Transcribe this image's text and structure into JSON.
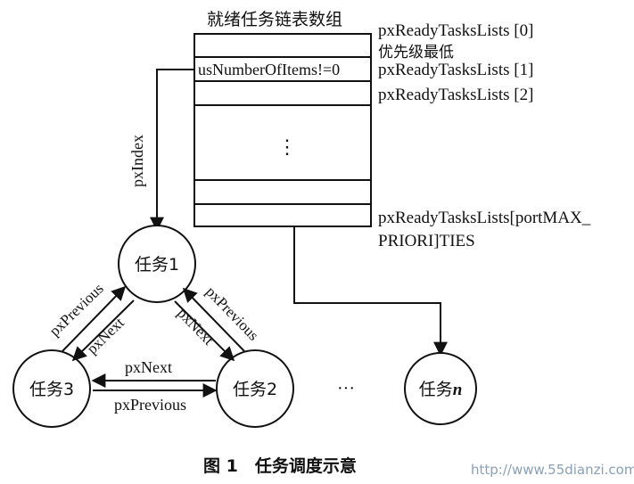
{
  "diagram": {
    "table_title": "就绪任务链表数组",
    "row0_label": "pxReadyTasksLists [0]",
    "priority_note": "优先级最低",
    "row1_label": "pxReadyTasksLists [1]",
    "row1_content": "usNumberOfItems!=0",
    "row2_label": "pxReadyTasksLists [2]",
    "ellipsis": "⋮",
    "last_label_line1": "pxReadyTasksLists[portMAX_",
    "last_label_line2": "PRIORI]TIES",
    "pointer_label": "pxIndex",
    "tasks": {
      "task1": "任务1",
      "task2": "任务2",
      "task3": "任务3",
      "taskn_prefix": "任务",
      "taskn_italic": "n"
    },
    "edges": {
      "t3_t1_prev": "pxPrevious",
      "t3_t1_next": "pxNext",
      "t1_t2_prev": "pxPrevious",
      "t1_t2_next": "pxNext",
      "t3_t2_next": "pxNext",
      "t3_t2_prev": "pxPrevious"
    },
    "dots_between": "···"
  },
  "caption": {
    "text": "图 1　任务调度示意"
  },
  "watermark": {
    "text": "http://www.55dianzi.com"
  }
}
